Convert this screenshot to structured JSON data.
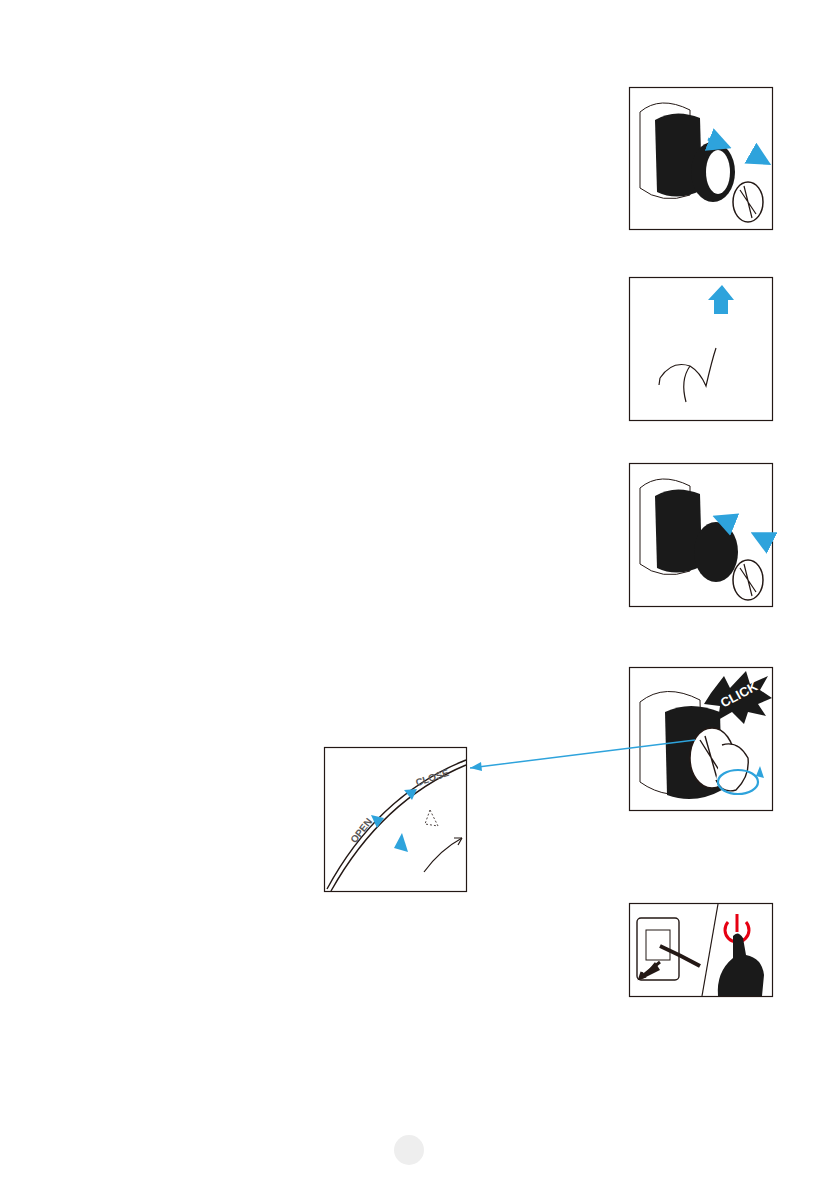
{
  "diagram": {
    "labels": [
      "CLICK",
      "CLOSE",
      "OPEN"
    ]
  }
}
